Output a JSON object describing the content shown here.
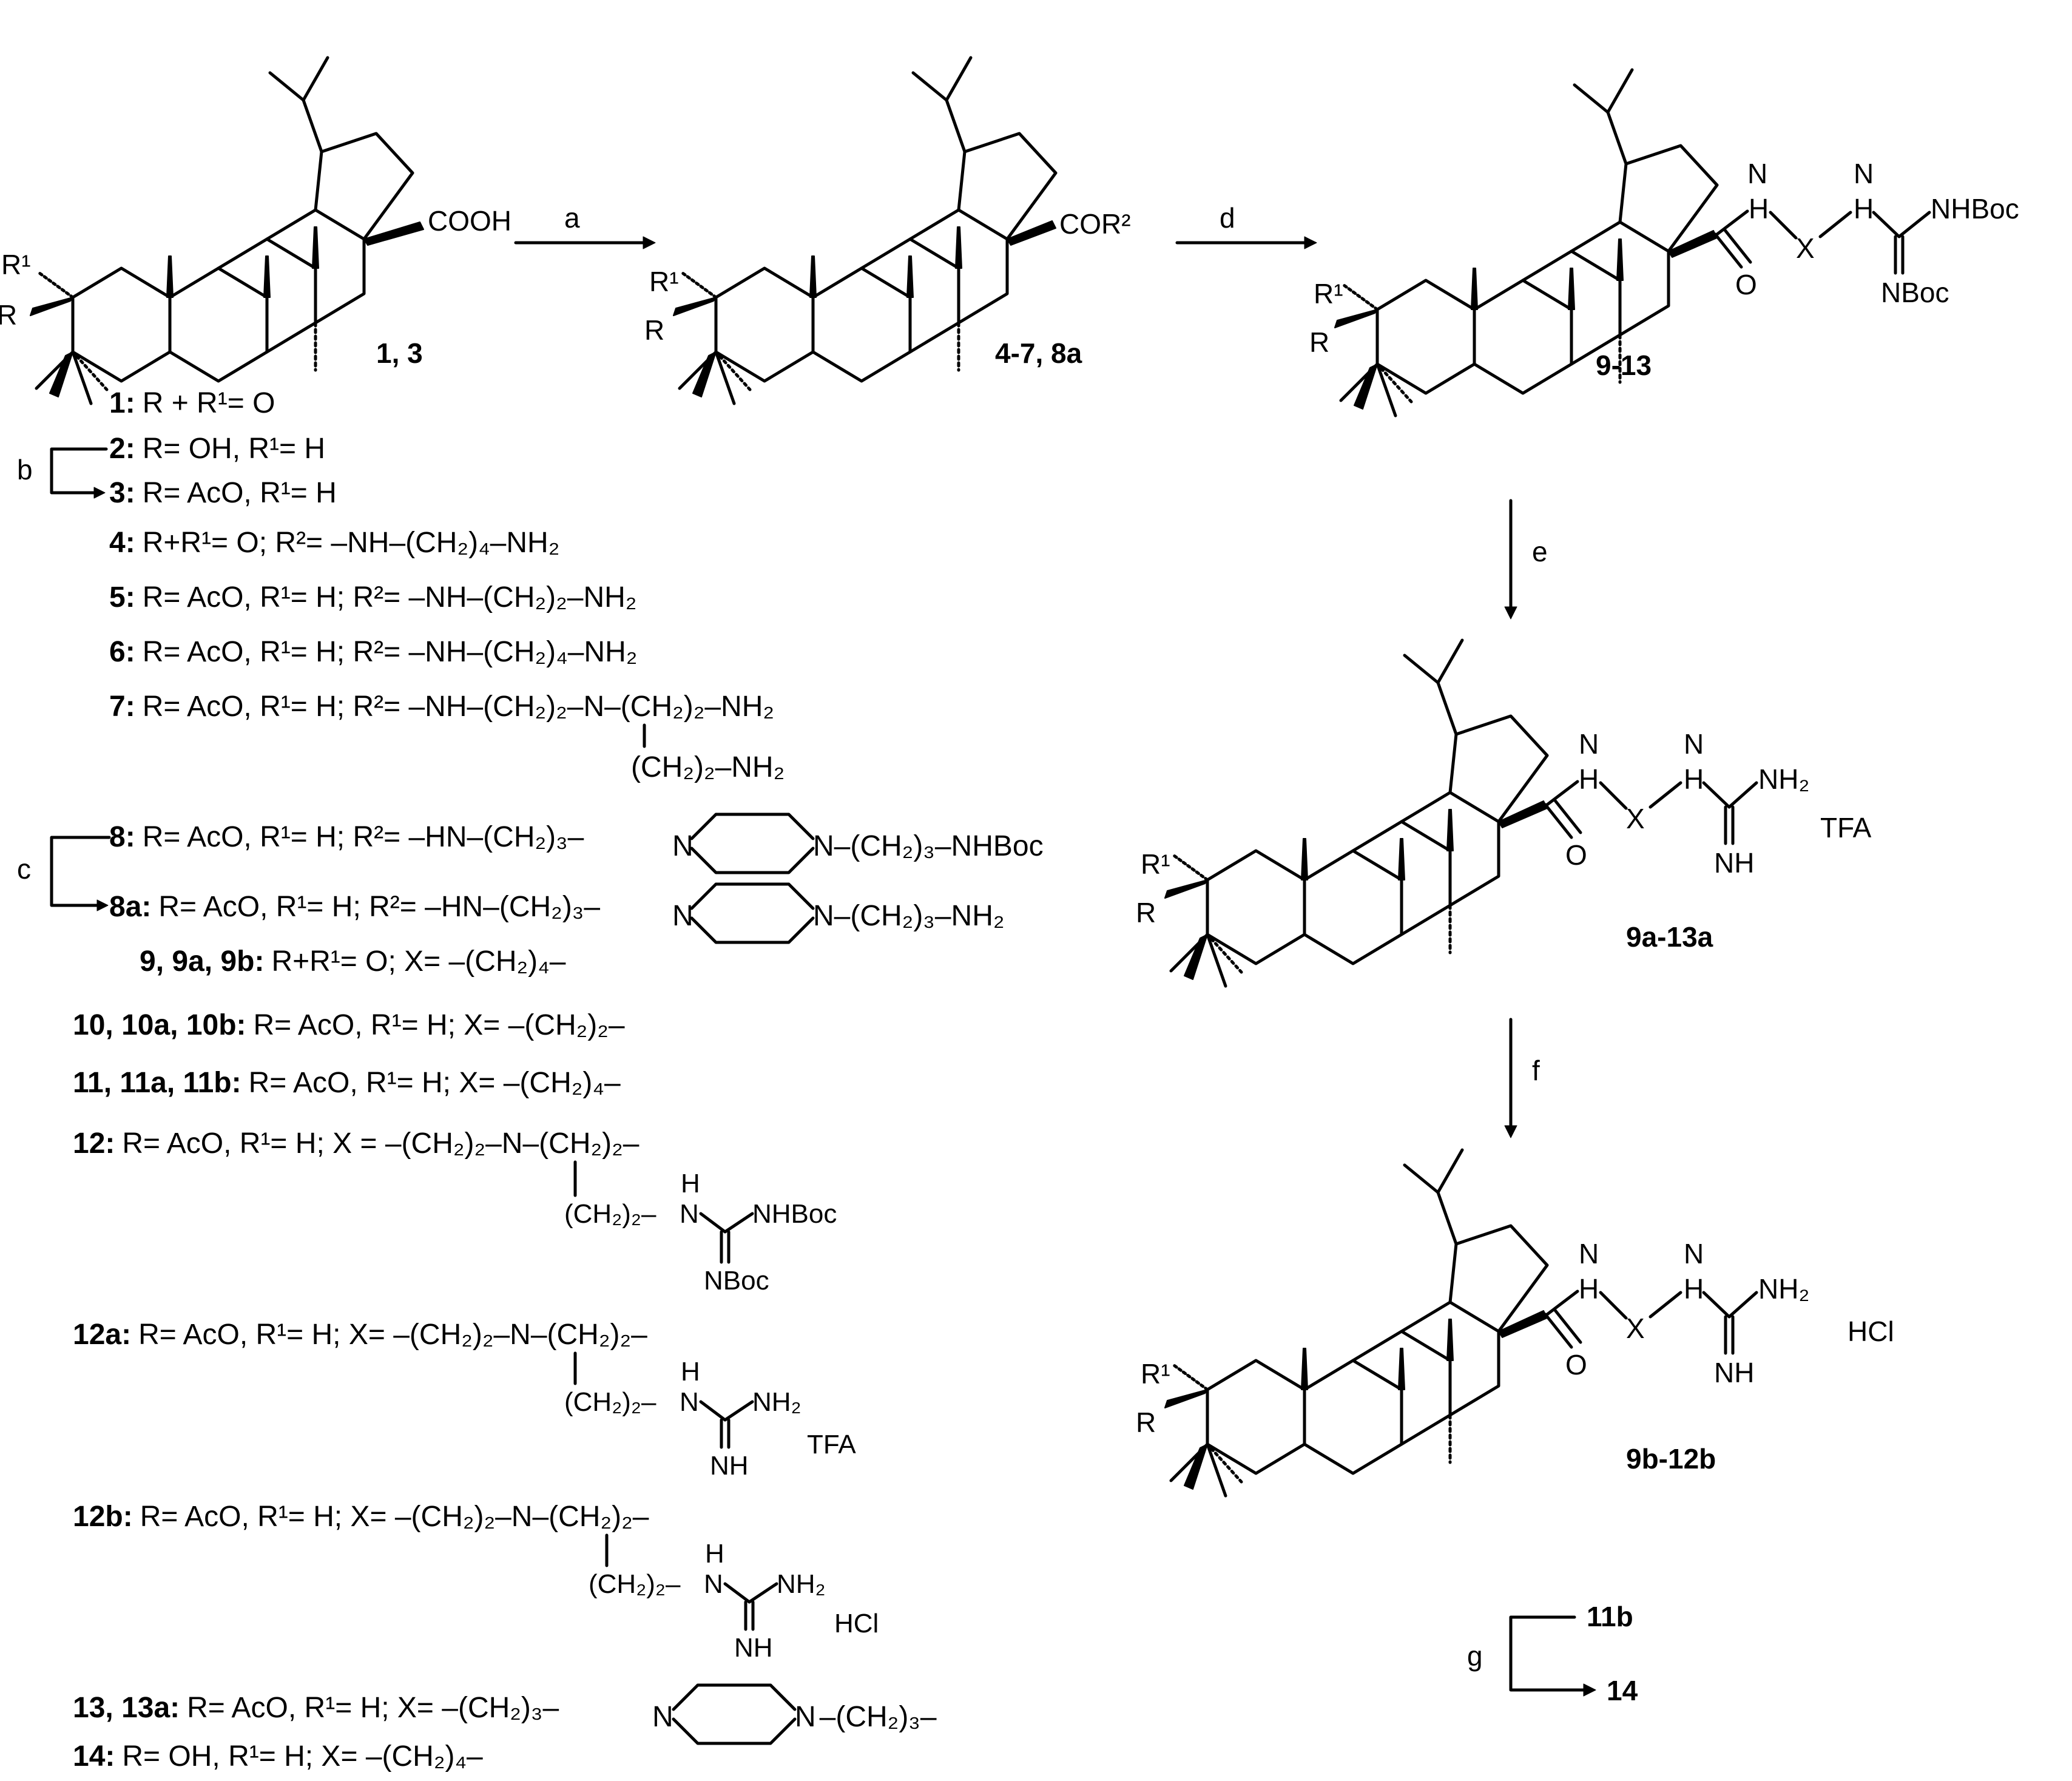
{
  "compounds": {
    "c1_3": "1, 3",
    "c4_8a": "4-7, 8a",
    "c9_13": "9-13",
    "c9a_13a": "9a-13a",
    "c9b_12b": "9b-12b",
    "c11b": "11b",
    "c14": "14"
  },
  "steps": {
    "a": "a",
    "b": "b",
    "c": "c",
    "d": "d",
    "e": "e",
    "f": "f",
    "g": "g"
  },
  "groups": {
    "cooh": "COOH",
    "cor2": "COR²",
    "r": "R",
    "r1": "R¹",
    "h": "H",
    "n": "N",
    "x": "X",
    "o": "O",
    "nh": "NH",
    "nh2": "NH₂",
    "nhboc": "NHBoc",
    "nboc": "NBoc",
    "tfa": "TFA",
    "hcl": "HCl"
  },
  "legend": [
    {
      "id": "1:",
      "text": "R + R¹= O"
    },
    {
      "id": "2:",
      "text": "R= OH,  R¹= H"
    },
    {
      "id": "3:",
      "text": "R= AcO, R¹= H"
    },
    {
      "id": "4:",
      "text": "R+R¹= O; R²= –NH–(CH₂)₄–NH₂"
    },
    {
      "id": "5:",
      "text": "R= AcO, R¹= H; R²=  –NH–(CH₂)₂–NH₂"
    },
    {
      "id": "6:",
      "text": "R= AcO, R¹= H; R²=  –NH–(CH₂)₄–NH₂"
    },
    {
      "id": "7:",
      "text": "R= AcO, R¹= H; R²= –NH–(CH₂)₂–N–(CH₂)₂–NH₂"
    },
    {
      "id": "",
      "text": "(CH₂)₂–NH₂"
    },
    {
      "id": "8:",
      "text": "R= AcO, R¹= H; R²=  –HN–(CH₂)₃–",
      "tail": "–(CH₂)₃–NHBoc"
    },
    {
      "id": "8a:",
      "text": "R= AcO, R¹= H; R²= –HN–(CH₂)₃–",
      "tail": "–(CH₂)₃–NH₂"
    },
    {
      "id": "9, 9a, 9b:",
      "text": "R+R¹= O; X= –(CH₂)₄–"
    },
    {
      "id": "10, 10a, 10b:",
      "text": "R= AcO, R¹= H; X= –(CH₂)₂–"
    },
    {
      "id": "11, 11a, 11b:",
      "text": "R= AcO, R¹= H; X= –(CH₂)₄–"
    },
    {
      "id": "12:",
      "text": "R= AcO, R¹= H; X = –(CH₂)₂–N–(CH₂)₂–"
    },
    {
      "id": "12a:",
      "text": "R= AcO, R¹= H; X= –(CH₂)₂–N–(CH₂)₂–"
    },
    {
      "id": "12b:",
      "text": "R= AcO, R¹= H; X= –(CH₂)₂–N–(CH₂)₂–"
    },
    {
      "id": "13, 13a:",
      "text": "R= AcO, R¹= H; X= –(CH₂)₃–",
      "tail": "–(CH₂)₃–"
    },
    {
      "id": "14:",
      "text": "R= OH, R¹= H; X= –(CH₂)₄–"
    }
  ],
  "subchain": {
    "ch22": "(CH₂)₂–"
  }
}
